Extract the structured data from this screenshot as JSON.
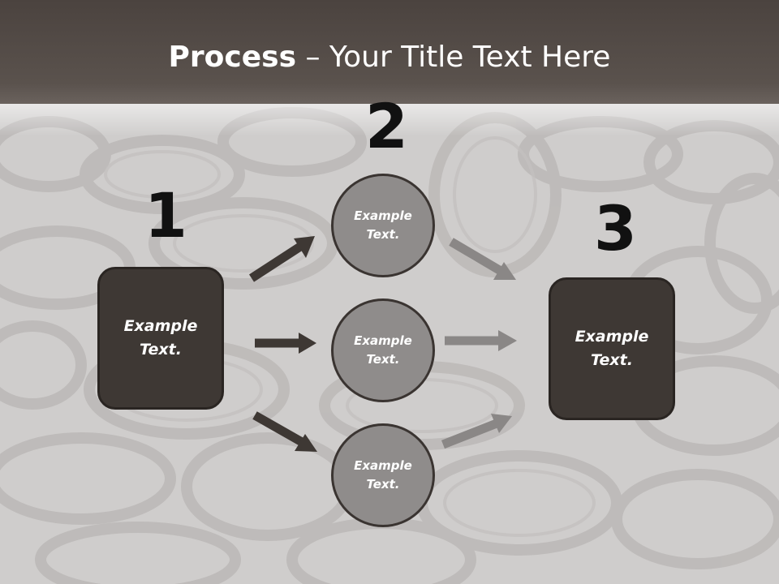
{
  "title": {
    "bold": "Process",
    "rest": " – Your Title Text Here"
  },
  "steps": [
    {
      "number": "1"
    },
    {
      "number": "2"
    },
    {
      "number": "3"
    }
  ],
  "left_box": {
    "line1": "Example",
    "line2": "Text."
  },
  "circles": [
    {
      "line1": "Example",
      "line2": "Text."
    },
    {
      "line1": "Example",
      "line2": "Text."
    },
    {
      "line1": "Example",
      "line2": "Text."
    }
  ],
  "right_box": {
    "line1": "Example",
    "line2": "Text."
  },
  "colors": {
    "title_band": "#4b433f",
    "box_fill": "#3e3834",
    "circle_fill": "#8f8c8b",
    "dark_arrow": "#3e3834",
    "light_arrow": "#8a8786"
  }
}
